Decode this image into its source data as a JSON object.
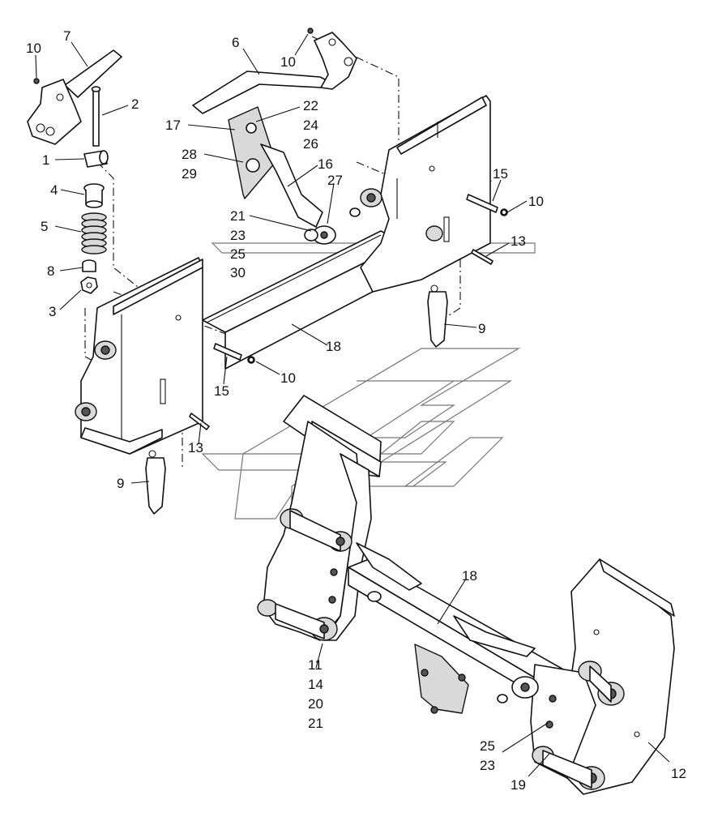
{
  "diagram": {
    "callouts": [
      {
        "id": "c-10a",
        "text": "10"
      },
      {
        "id": "c-7",
        "text": "7"
      },
      {
        "id": "c-2",
        "text": "2"
      },
      {
        "id": "c-1",
        "text": "1"
      },
      {
        "id": "c-4",
        "text": "4"
      },
      {
        "id": "c-5",
        "text": "5"
      },
      {
        "id": "c-8",
        "text": "8"
      },
      {
        "id": "c-3",
        "text": "3"
      },
      {
        "id": "c-6",
        "text": "6"
      },
      {
        "id": "c-10b",
        "text": "10"
      },
      {
        "id": "c-22",
        "text": "22"
      },
      {
        "id": "c-24",
        "text": "24"
      },
      {
        "id": "c-26",
        "text": "26"
      },
      {
        "id": "c-17",
        "text": "17"
      },
      {
        "id": "c-28",
        "text": "28"
      },
      {
        "id": "c-29",
        "text": "29"
      },
      {
        "id": "c-16",
        "text": "16"
      },
      {
        "id": "c-27",
        "text": "27"
      },
      {
        "id": "c-21a",
        "text": "21"
      },
      {
        "id": "c-23a",
        "text": "23"
      },
      {
        "id": "c-25a",
        "text": "25"
      },
      {
        "id": "c-30",
        "text": "30"
      },
      {
        "id": "c-15a",
        "text": "15"
      },
      {
        "id": "c-10c",
        "text": "10"
      },
      {
        "id": "c-13a",
        "text": "13"
      },
      {
        "id": "c-9a",
        "text": "9"
      },
      {
        "id": "c-18a",
        "text": "18"
      },
      {
        "id": "c-10d",
        "text": "10"
      },
      {
        "id": "c-15b",
        "text": "15"
      },
      {
        "id": "c-13b",
        "text": "13"
      },
      {
        "id": "c-9b",
        "text": "9"
      },
      {
        "id": "c-18b",
        "text": "18"
      },
      {
        "id": "c-11",
        "text": "11"
      },
      {
        "id": "c-14",
        "text": "14"
      },
      {
        "id": "c-20",
        "text": "20"
      },
      {
        "id": "c-21b",
        "text": "21"
      },
      {
        "id": "c-25b",
        "text": "25"
      },
      {
        "id": "c-23b",
        "text": "23"
      },
      {
        "id": "c-19",
        "text": "19"
      },
      {
        "id": "c-12",
        "text": "12"
      }
    ]
  }
}
